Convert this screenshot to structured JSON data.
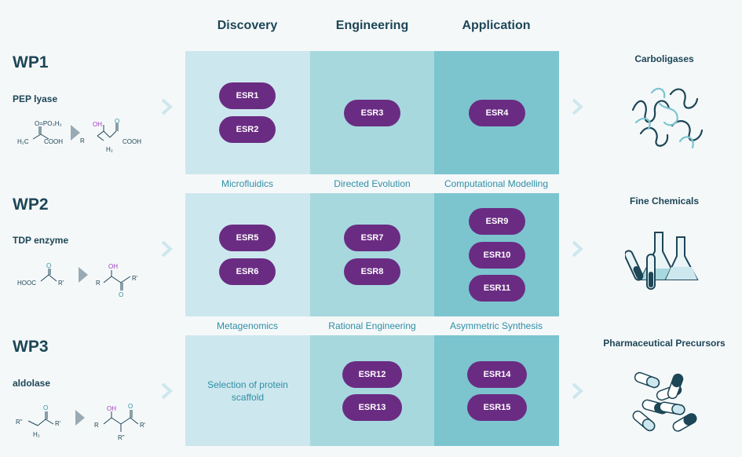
{
  "columns": [
    "Discovery",
    "Engineering",
    "Application"
  ],
  "work_packages": [
    {
      "id": "WP1",
      "enzyme": "PEP lyase",
      "outcome": "Carboligases"
    },
    {
      "id": "WP2",
      "enzyme": "TDP enzyme",
      "outcome": "Fine Chemicals"
    },
    {
      "id": "WP3",
      "enzyme": "aldolase",
      "outcome": "Pharmaceutical Precursors"
    }
  ],
  "methods_row1": [
    "Microfluidics",
    "Directed Evolution",
    "Computational Modelling"
  ],
  "methods_row2": [
    "Metagenomics",
    "Rational Engineering",
    "Asymmetric Synthesis"
  ],
  "esr": {
    "esr1": "ESR1",
    "esr2": "ESR2",
    "esr3": "ESR3",
    "esr4": "ESR4",
    "esr5": "ESR5",
    "esr6": "ESR6",
    "esr7": "ESR7",
    "esr8": "ESR8",
    "esr9": "ESR9",
    "esr10": "ESR10",
    "esr11": "ESR11",
    "esr12": "ESR12",
    "esr13": "ESR13",
    "esr14": "ESR14",
    "esr15": "ESR15"
  },
  "wp3_discovery_note": [
    "Selection of protein",
    "scaffold"
  ],
  "chem": {
    "wp1": {
      "sub_top": "O=PO₃H₂",
      "sub_left": "H₂C",
      "sub_right": "COOH",
      "prod_oh": "OH",
      "prod_o": "O",
      "prod_r": "R",
      "prod_h2": "H₂",
      "prod_cooh": "COOH"
    },
    "wp2": {
      "sub_o": "O",
      "sub_left": "HOOC",
      "sub_r": "R'",
      "prod_oh": "OH",
      "prod_r": "R",
      "prod_r2": "R'",
      "prod_o": "O"
    },
    "wp3": {
      "sub_r2": "R\"",
      "sub_h2": "H₂",
      "sub_o": "O",
      "sub_r": "R'",
      "prod_oh": "OH",
      "prod_o": "O",
      "prod_r": "R",
      "prod_r2": "R'",
      "prod_r3": "R\""
    }
  },
  "colors": {
    "discovery": "#cde7ee",
    "engineering": "#a7d8de",
    "application": "#7cc5cf",
    "pill": "#6a2c83",
    "text_dark": "#1d4657",
    "text_teal": "#2e8fa6",
    "magenta": "#a23fc0"
  }
}
